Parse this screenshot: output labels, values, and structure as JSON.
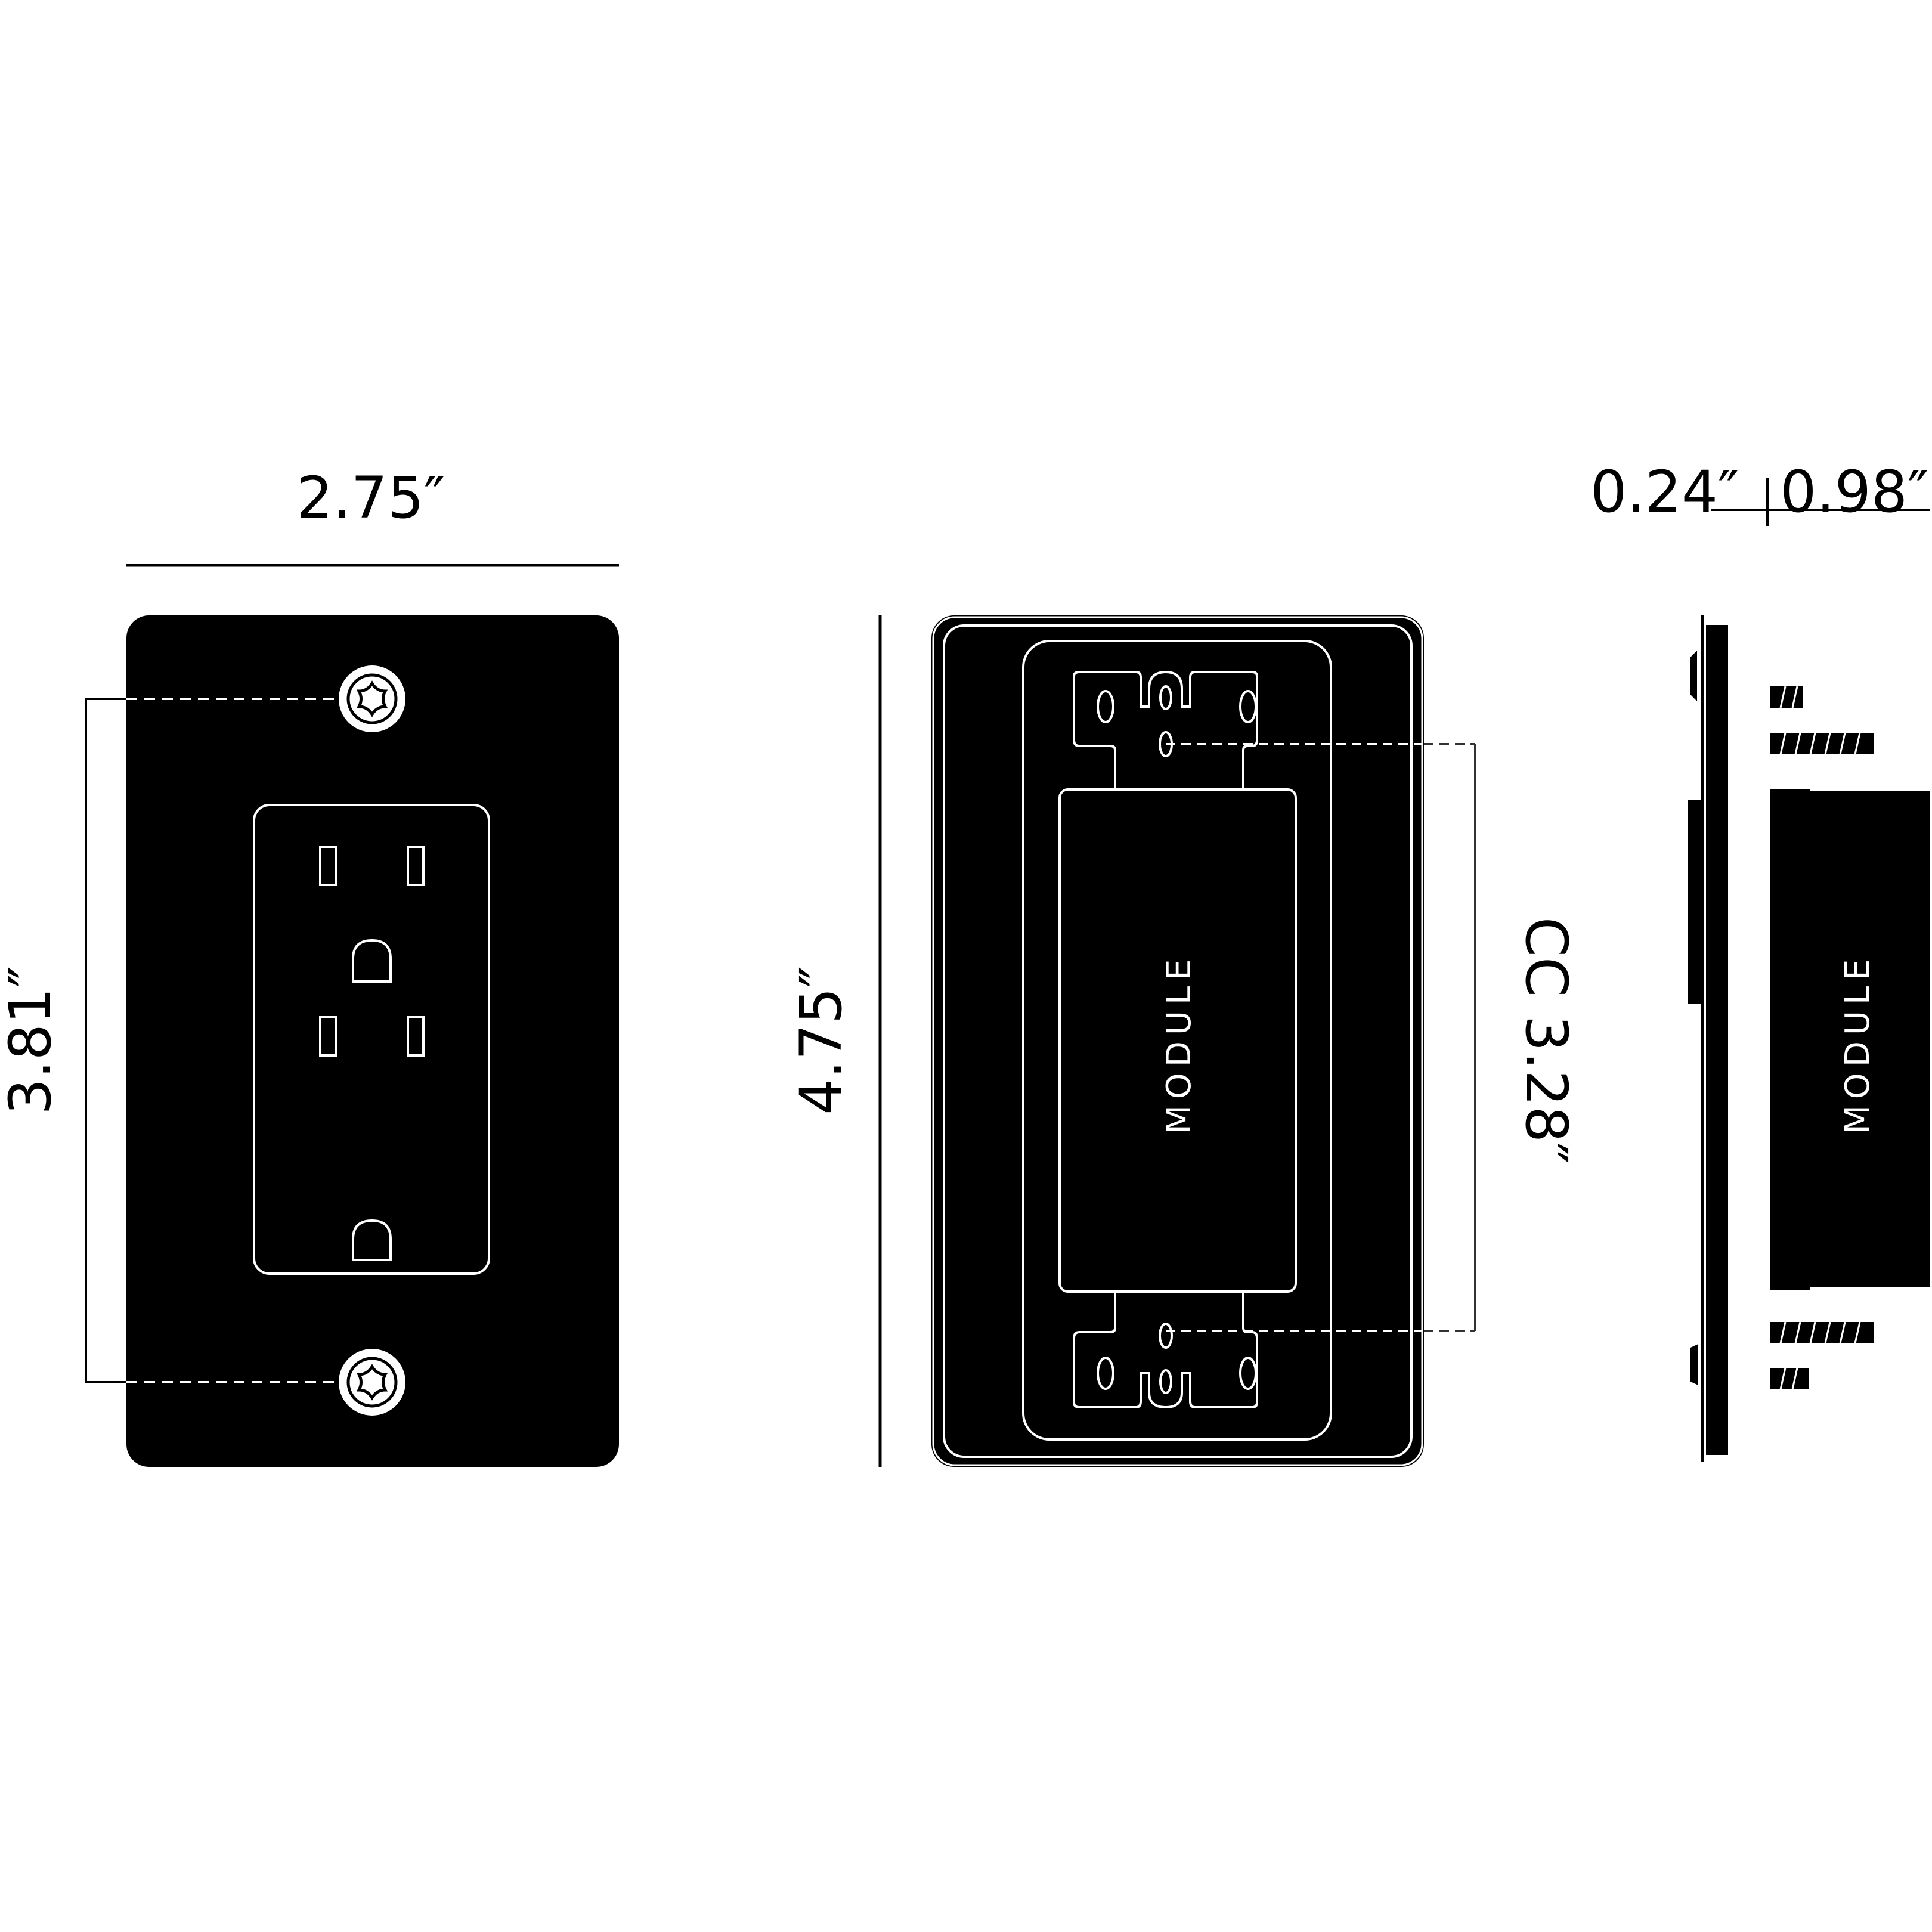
{
  "diagram": {
    "type": "technical-dimension-drawing",
    "subject": "Decorator wall plate with duplex outlet module",
    "colors": {
      "plate": "#000000",
      "outline": "#ffffff",
      "background": "#ffffff",
      "dimension_line": "#000000"
    }
  },
  "front_view": {
    "width_label": "2.75″",
    "screw_spacing_label": "3.81″",
    "screw_icon": "torx-screw-icon",
    "outlet": {
      "receptacles": 2,
      "slots_per_receptacle": 2,
      "ground_holes": 1
    }
  },
  "back_view": {
    "height_label": "4.75″",
    "center_to_center_label": "CC 3.28″",
    "module_label": "MODULE"
  },
  "side_view": {
    "plate_depth_label": "0.24″",
    "module_depth_label": "0.98″",
    "module_label": "MODULE"
  }
}
